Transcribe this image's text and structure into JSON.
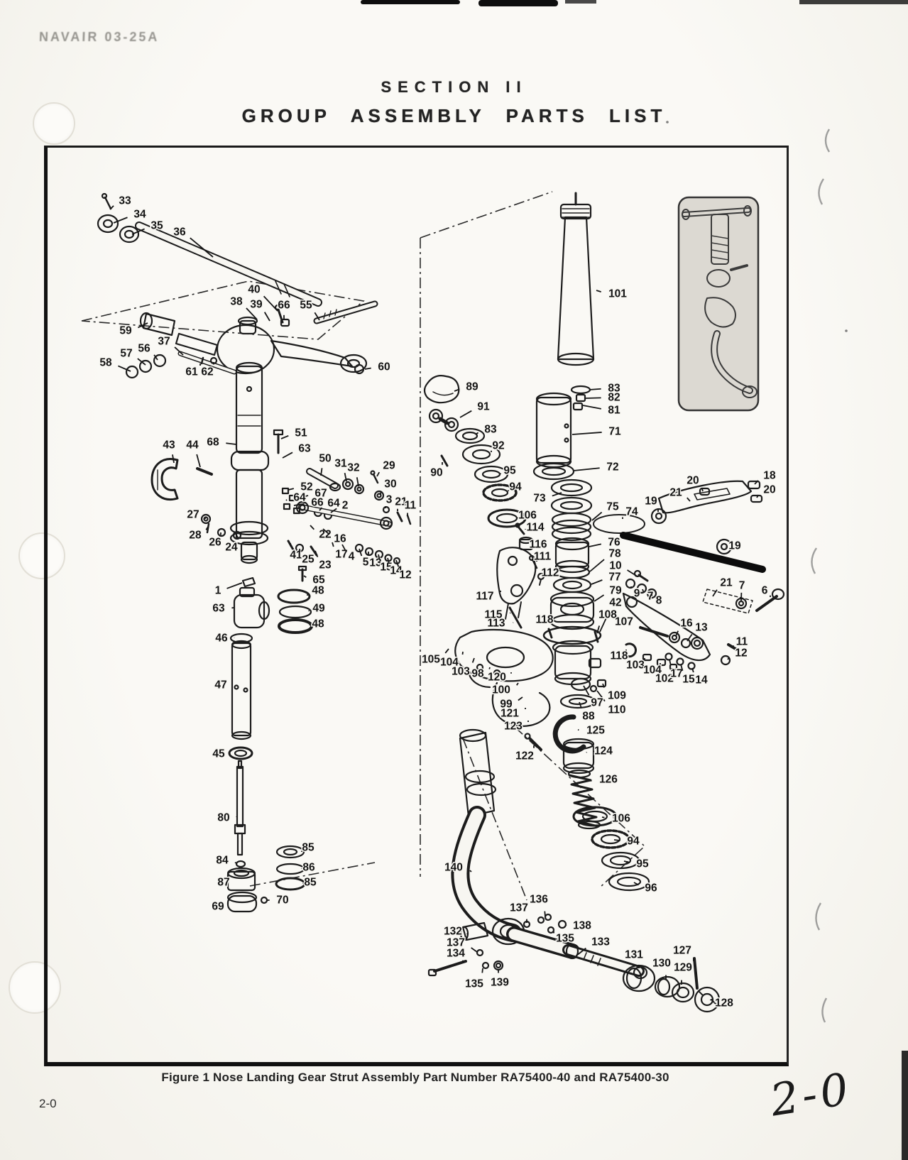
{
  "page": {
    "header_left": "NAVAIR 03-25A",
    "section_title": "SECTION II",
    "page_heading": "GROUP ASSEMBLY PARTS LIST",
    "caption": "Figure 1  Nose Landing Gear Strut Assembly Part Number RA75400-40 and RA75400-30",
    "page_number": "2-0",
    "handwritten_note": "2-0"
  },
  "colors": {
    "paper": "#f7f6f1",
    "ink": "#1c1c1c",
    "inset_bg": "#dcd9d2"
  },
  "figure": {
    "description": "Exploded-view parts diagram of nose landing gear strut assembly with numbered index callouts and an inset of the assembled strut",
    "callouts": [
      [
        33,
        176,
        283,
        155,
        295
      ],
      [
        34,
        197,
        302,
        160,
        314
      ],
      [
        35,
        221,
        318,
        186,
        330
      ],
      [
        36,
        253,
        327,
        300,
        362
      ],
      [
        40,
        358,
        408,
        391,
        438
      ],
      [
        38,
        333,
        425,
        362,
        450
      ],
      [
        39,
        361,
        429,
        380,
        452
      ],
      [
        66,
        400,
        430,
        400,
        450
      ],
      [
        55,
        431,
        430,
        450,
        451
      ],
      [
        59,
        177,
        466,
        208,
        455
      ],
      [
        37,
        231,
        481,
        258,
        500
      ],
      [
        56,
        203,
        491,
        222,
        507
      ],
      [
        57,
        178,
        498,
        205,
        514
      ],
      [
        58,
        149,
        511,
        184,
        523
      ],
      [
        60,
        541,
        517,
        514,
        520
      ],
      [
        61,
        270,
        524,
        282,
        512
      ],
      [
        62,
        292,
        524,
        301,
        510
      ],
      [
        51,
        424,
        610,
        396,
        618
      ],
      [
        68,
        300,
        623,
        333,
        626
      ],
      [
        63,
        429,
        632,
        398,
        645
      ],
      [
        43,
        238,
        627,
        245,
        652
      ],
      [
        44,
        271,
        627,
        282,
        658
      ],
      [
        50,
        458,
        646,
        452,
        670
      ],
      [
        31,
        480,
        653,
        488,
        678
      ],
      [
        32,
        498,
        659,
        505,
        685
      ],
      [
        29,
        548,
        656,
        531,
        671
      ],
      [
        30,
        550,
        682,
        536,
        696
      ],
      [
        52,
        432,
        686,
        406,
        690
      ],
      [
        67,
        452,
        695,
        420,
        702
      ],
      [
        66,
        447,
        708,
        414,
        712
      ],
      [
        64,
        422,
        701,
        403,
        705
      ],
      [
        64,
        470,
        709,
        450,
        719
      ],
      [
        2,
        486,
        712,
        466,
        722
      ],
      [
        3,
        548,
        704,
        543,
        716
      ],
      [
        21,
        565,
        707,
        560,
        720
      ],
      [
        11,
        578,
        712,
        574,
        726
      ],
      [
        27,
        272,
        725,
        289,
        731
      ],
      [
        28,
        275,
        754,
        293,
        742
      ],
      [
        26,
        303,
        764,
        311,
        750
      ],
      [
        24,
        326,
        771,
        333,
        753
      ],
      [
        22,
        458,
        753,
        437,
        740
      ],
      [
        16,
        479,
        759,
        455,
        745
      ],
      [
        41,
        417,
        782,
        409,
        765
      ],
      [
        25,
        434,
        788,
        422,
        773
      ],
      [
        23,
        458,
        796,
        444,
        776
      ],
      [
        17,
        481,
        781,
        468,
        764
      ],
      [
        4,
        495,
        784,
        482,
        767
      ],
      [
        5,
        515,
        792,
        506,
        773
      ],
      [
        13,
        529,
        793,
        519,
        777
      ],
      [
        15,
        544,
        799,
        533,
        781
      ],
      [
        14,
        558,
        804,
        546,
        786
      ],
      [
        12,
        571,
        810,
        558,
        789
      ],
      [
        65,
        449,
        817,
        428,
        811
      ],
      [
        1,
        307,
        832,
        341,
        821
      ],
      [
        48,
        448,
        832,
        433,
        839
      ],
      [
        63,
        308,
        857,
        329,
        856
      ],
      [
        49,
        449,
        857,
        435,
        861
      ],
      [
        48,
        448,
        879,
        436,
        881
      ],
      [
        46,
        312,
        899,
        330,
        898
      ],
      [
        47,
        311,
        965,
        327,
        963
      ],
      [
        45,
        308,
        1062,
        324,
        1061
      ],
      [
        80,
        315,
        1152,
        333,
        1150
      ],
      [
        84,
        313,
        1212,
        333,
        1216
      ],
      [
        85,
        434,
        1194,
        425,
        1200
      ],
      [
        86,
        435,
        1222,
        425,
        1224
      ],
      [
        87,
        315,
        1243,
        322,
        1242
      ],
      [
        85,
        437,
        1243,
        427,
        1245
      ],
      [
        69,
        307,
        1277,
        321,
        1272
      ],
      [
        70,
        398,
        1268,
        376,
        1268
      ],
      [
        89,
        665,
        545,
        640,
        551
      ],
      [
        91,
        681,
        573,
        648,
        588
      ],
      [
        83,
        691,
        605,
        670,
        612
      ],
      [
        92,
        702,
        628,
        692,
        637
      ],
      [
        90,
        615,
        666,
        623,
        651
      ],
      [
        95,
        718,
        663,
        705,
        668
      ],
      [
        94,
        726,
        686,
        716,
        692
      ],
      [
        106,
        743,
        726,
        729,
        730
      ],
      [
        114,
        754,
        743,
        740,
        746
      ],
      [
        116,
        758,
        767,
        748,
        767
      ],
      [
        111,
        764,
        784,
        756,
        791
      ],
      [
        112,
        775,
        807,
        765,
        812
      ],
      [
        117,
        683,
        840,
        705,
        832
      ],
      [
        115,
        695,
        866,
        719,
        863
      ],
      [
        113,
        699,
        878,
        723,
        877
      ],
      [
        118,
        767,
        873,
        773,
        890
      ],
      [
        101,
        870,
        414,
        840,
        409
      ],
      [
        83,
        865,
        547,
        830,
        549
      ],
      [
        82,
        865,
        560,
        825,
        561
      ],
      [
        81,
        865,
        578,
        821,
        571
      ],
      [
        71,
        866,
        608,
        806,
        612
      ],
      [
        72,
        863,
        658,
        808,
        663
      ],
      [
        73,
        760,
        702,
        791,
        694
      ],
      [
        75,
        863,
        714,
        834,
        733
      ],
      [
        74,
        890,
        721,
        877,
        731
      ],
      [
        76,
        865,
        764,
        830,
        770
      ],
      [
        78,
        866,
        780,
        831,
        805
      ],
      [
        10,
        867,
        797,
        898,
        812
      ],
      [
        77,
        866,
        813,
        833,
        823
      ],
      [
        79,
        867,
        832,
        837,
        847
      ],
      [
        42,
        867,
        849,
        845,
        890
      ],
      [
        108,
        856,
        866,
        841,
        892
      ],
      [
        107,
        879,
        876,
        906,
        886
      ],
      [
        20,
        976,
        677,
        990,
        692
      ],
      [
        18,
        1084,
        670,
        1063,
        682
      ],
      [
        20,
        1084,
        690,
        1066,
        701
      ],
      [
        21,
        952,
        694,
        972,
        706
      ],
      [
        19,
        917,
        706,
        927,
        721
      ],
      [
        19,
        1035,
        769,
        1022,
        771
      ],
      [
        9,
        897,
        836,
        889,
        826
      ],
      [
        7,
        916,
        840,
        905,
        830
      ],
      [
        8,
        928,
        846,
        918,
        837
      ],
      [
        21,
        1023,
        821,
        1004,
        840
      ],
      [
        7,
        1045,
        825,
        1044,
        846
      ],
      [
        6,
        1077,
        832,
        1085,
        841
      ],
      [
        16,
        967,
        878,
        952,
        896
      ],
      [
        13,
        988,
        884,
        968,
        903
      ],
      [
        11,
        1045,
        904,
        1033,
        911
      ],
      [
        12,
        1044,
        920,
        1025,
        929
      ],
      [
        118,
        872,
        924,
        882,
        915
      ],
      [
        103,
        895,
        937,
        908,
        927
      ],
      [
        104,
        919,
        944,
        930,
        934
      ],
      [
        102,
        936,
        956,
        947,
        941
      ],
      [
        17,
        953,
        949,
        943,
        929
      ],
      [
        15,
        970,
        957,
        959,
        936
      ],
      [
        14,
        988,
        958,
        975,
        941
      ],
      [
        109,
        869,
        980,
        849,
        963
      ],
      [
        110,
        869,
        1000,
        841,
        973
      ],
      [
        105,
        607,
        929,
        632,
        914
      ],
      [
        104,
        633,
        933,
        652,
        918
      ],
      [
        103,
        649,
        946,
        668,
        927
      ],
      [
        98,
        673,
        949,
        690,
        940
      ],
      [
        120,
        700,
        954,
        720,
        947
      ],
      [
        100,
        706,
        972,
        730,
        962
      ],
      [
        99,
        713,
        992,
        736,
        982
      ],
      [
        121,
        718,
        1005,
        740,
        997
      ],
      [
        123,
        723,
        1023,
        744,
        1015
      ],
      [
        122,
        739,
        1065,
        752,
        1050
      ],
      [
        97,
        841,
        990,
        822,
        966
      ],
      [
        88,
        829,
        1009,
        816,
        989
      ],
      [
        125,
        839,
        1029,
        814,
        1028
      ],
      [
        124,
        850,
        1058,
        826,
        1060
      ],
      [
        126,
        857,
        1098,
        832,
        1100
      ],
      [
        106,
        875,
        1153,
        848,
        1151
      ],
      [
        94,
        892,
        1185,
        865,
        1183
      ],
      [
        95,
        905,
        1217,
        879,
        1213
      ],
      [
        96,
        917,
        1251,
        893,
        1243
      ],
      [
        140,
        639,
        1222,
        664,
        1228
      ],
      [
        136,
        759,
        1267,
        768,
        1291
      ],
      [
        137,
        731,
        1279,
        742,
        1300
      ],
      [
        138,
        820,
        1304,
        798,
        1303
      ],
      [
        135,
        796,
        1322,
        780,
        1312
      ],
      [
        132,
        638,
        1312,
        658,
        1316
      ],
      [
        137,
        642,
        1328,
        672,
        1341
      ],
      [
        134,
        642,
        1343,
        652,
        1356
      ],
      [
        135,
        668,
        1386,
        680,
        1364
      ],
      [
        139,
        704,
        1384,
        702,
        1366
      ],
      [
        133,
        846,
        1327,
        812,
        1346
      ],
      [
        131,
        893,
        1345,
        900,
        1364
      ],
      [
        130,
        932,
        1357,
        938,
        1379
      ],
      [
        129,
        962,
        1363,
        960,
        1387
      ],
      [
        127,
        961,
        1339,
        977,
        1354
      ],
      [
        128,
        1020,
        1413,
        1001,
        1408
      ]
    ]
  }
}
